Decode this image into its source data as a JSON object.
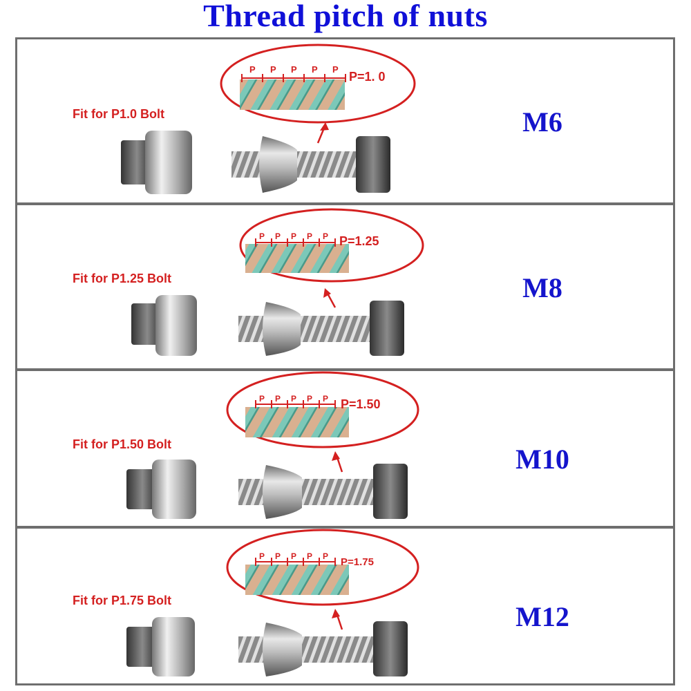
{
  "title": "Thread pitch of nuts",
  "panels": [
    {
      "size": "M6",
      "fit": "Fit for P1.0 Bolt",
      "pitch": "P=1. 0",
      "p": "P"
    },
    {
      "size": "M8",
      "fit": "Fit for P1.25 Bolt",
      "pitch": "P=1.25",
      "p": "P"
    },
    {
      "size": "M10",
      "fit": "Fit for P1.50 Bolt",
      "pitch": "P=1.50",
      "p": "P"
    },
    {
      "size": "M12",
      "fit": "Fit for P1.75 Bolt",
      "pitch": "P=1.75",
      "p": "P"
    }
  ],
  "colors": {
    "title": "#1010d8",
    "size_label": "#1414cc",
    "annotation_red": "#d42020",
    "border": "#6e6e6e"
  }
}
